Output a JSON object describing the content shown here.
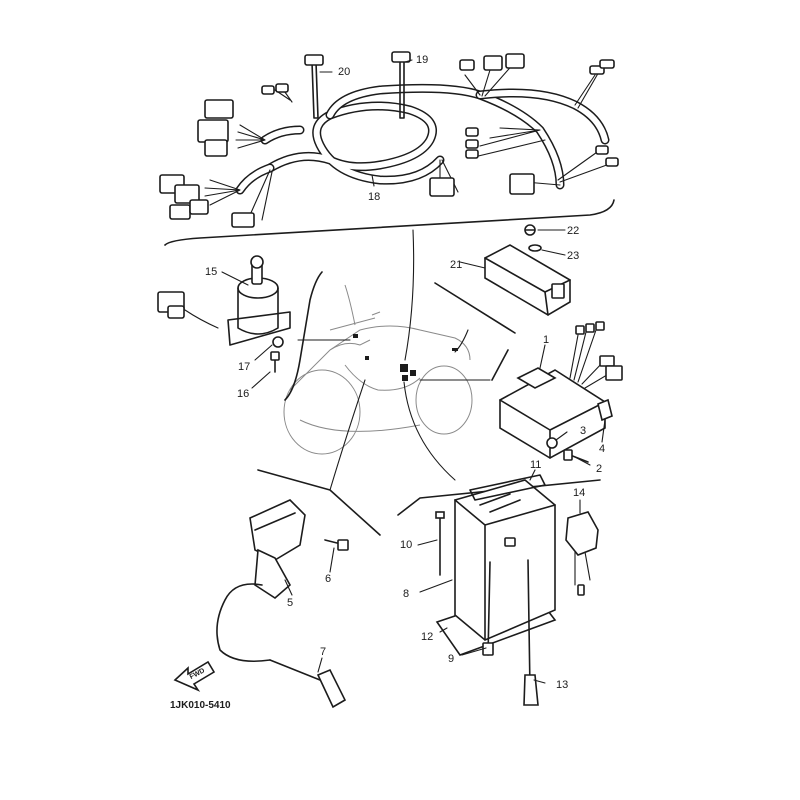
{
  "figure_code": "1JK010-5410",
  "direction_arrow": {
    "label": "FWD",
    "icon": "forward-arrow-icon"
  },
  "callouts": [
    {
      "id": "c1",
      "number": "1",
      "part": "ignitor-unit"
    },
    {
      "id": "c2",
      "number": "2",
      "part": "bolt"
    },
    {
      "id": "c3",
      "number": "3",
      "part": "nut"
    },
    {
      "id": "c4",
      "number": "4",
      "part": "bracket"
    },
    {
      "id": "c5",
      "number": "5",
      "part": "ignition-coil"
    },
    {
      "id": "c6",
      "number": "6",
      "part": "bolt"
    },
    {
      "id": "c7",
      "number": "7",
      "part": "spark-plug-cap"
    },
    {
      "id": "c8",
      "number": "8",
      "part": "battery"
    },
    {
      "id": "c9",
      "number": "9",
      "part": "battery-cable"
    },
    {
      "id": "c10",
      "number": "10",
      "part": "battery-cable"
    },
    {
      "id": "c11",
      "number": "11",
      "part": "battery-band"
    },
    {
      "id": "c12",
      "number": "12",
      "part": "battery-pad"
    },
    {
      "id": "c13",
      "number": "13",
      "part": "breather-pipe"
    },
    {
      "id": "c14",
      "number": "14",
      "part": "relay"
    },
    {
      "id": "c15",
      "number": "15",
      "part": "main-switch"
    },
    {
      "id": "c16",
      "number": "16",
      "part": "bolt"
    },
    {
      "id": "c17",
      "number": "17",
      "part": "washer"
    },
    {
      "id": "c18",
      "number": "18",
      "part": "wire-harness"
    },
    {
      "id": "c19",
      "number": "19",
      "part": "band"
    },
    {
      "id": "c20",
      "number": "20",
      "part": "band"
    },
    {
      "id": "c21",
      "number": "21",
      "part": "rectifier-regulator"
    },
    {
      "id": "c22",
      "number": "22",
      "part": "bolt"
    },
    {
      "id": "c23",
      "number": "23",
      "part": "washer"
    }
  ]
}
